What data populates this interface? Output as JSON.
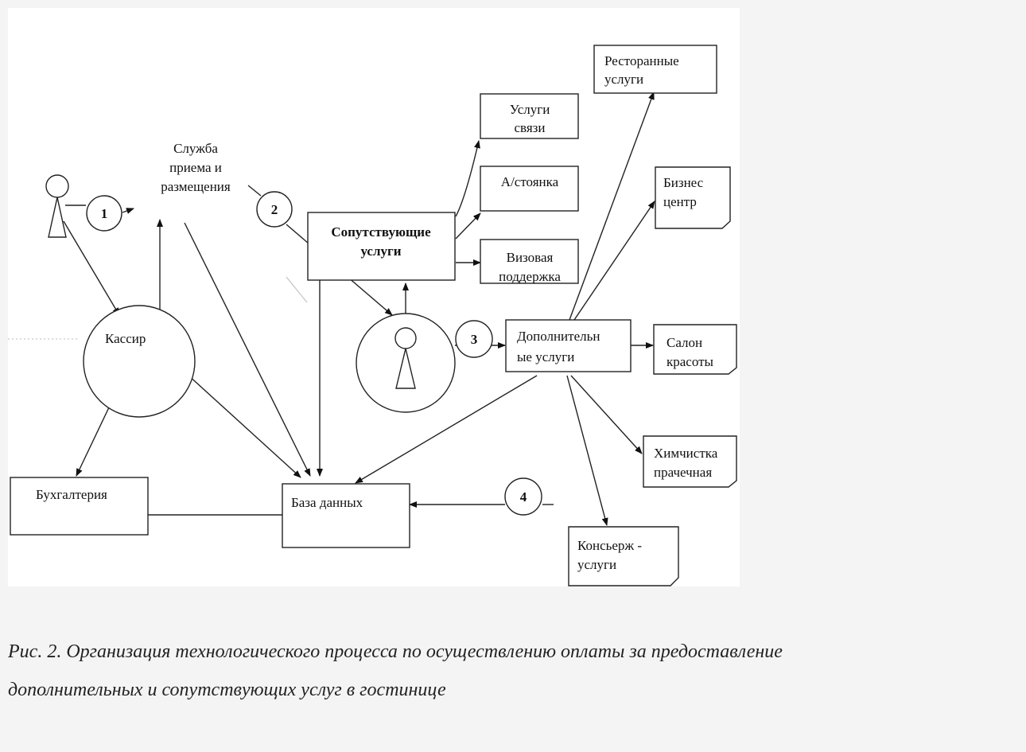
{
  "diagram": {
    "reception_label": [
      "Служба",
      "приема и",
      "размещения"
    ],
    "cashier_label": "Кассир",
    "accounting_label": "Бухгалтерия",
    "database_label": "База данных",
    "related_services_label": [
      "Сопутствующие",
      "услуги"
    ],
    "additional_services_label": [
      "Дополнительн",
      "ые услуги"
    ],
    "services": {
      "restaurant": [
        "Ресторанные",
        "услуги"
      ],
      "communication": [
        "Услуги",
        "связи"
      ],
      "parking": [
        "А/стоянка"
      ],
      "visa": [
        "Визовая",
        "поддержка"
      ],
      "business_center": [
        "Бизнес",
        "центр"
      ],
      "beauty_salon": [
        "Салон",
        "красоты"
      ],
      "laundry": [
        "Химчистка",
        "прачечная"
      ],
      "concierge": [
        "Консьерж -",
        "услуги"
      ]
    },
    "step_numbers": [
      "1",
      "2",
      "3",
      "4"
    ]
  },
  "caption": {
    "line1": "Рис. 2. Организация технологического процесса по осуществлению оплаты за предоставление",
    "line2": "дополнительных и сопутствующих услуг в гостинице"
  }
}
